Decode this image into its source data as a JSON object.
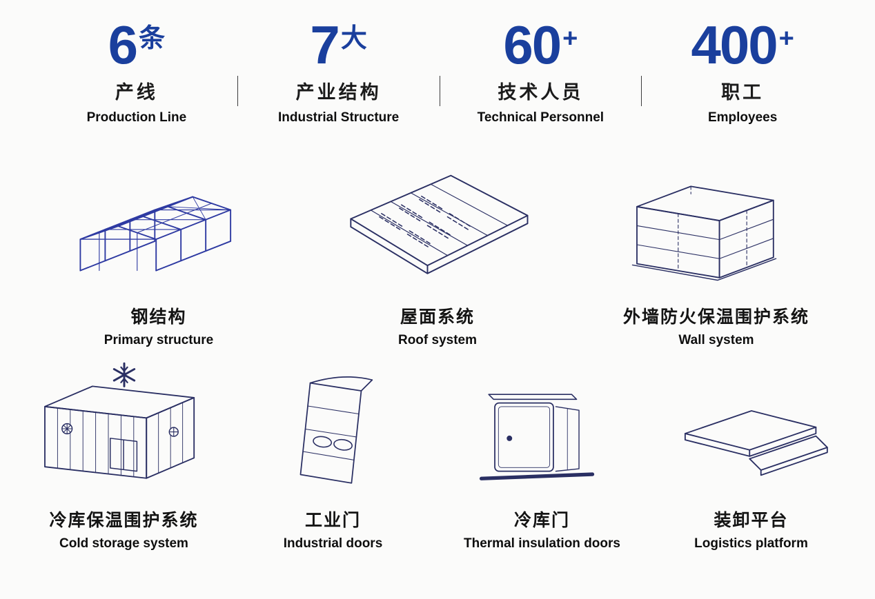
{
  "colors": {
    "accent": "#1a3f9d",
    "line": "#2a2f63",
    "steel": "#2e3aa2"
  },
  "stats": [
    {
      "number": "6",
      "suffix": "条",
      "zh": "产线",
      "en": "Production Line"
    },
    {
      "number": "7",
      "suffix": "大",
      "zh": "产业结构",
      "en": "Industrial Structure"
    },
    {
      "number": "60",
      "suffix": "+",
      "zh": "技术人员",
      "en": "Technical Personnel"
    },
    {
      "number": "400",
      "suffix": "+",
      "zh": "职工",
      "en": "Employees"
    }
  ],
  "products_row1": [
    {
      "zh": "钢结构",
      "en": "Primary structure",
      "icon": "steel-structure"
    },
    {
      "zh": "屋面系统",
      "en": "Roof system",
      "icon": "roof-system"
    },
    {
      "zh": "外墙防火保温围护系统",
      "en": "Wall system",
      "icon": "wall-system"
    }
  ],
  "products_row2": [
    {
      "zh": "冷库保温围护系统",
      "en": "Cold storage system",
      "icon": "cold-storage"
    },
    {
      "zh": "工业门",
      "en": "Industrial doors",
      "icon": "industrial-door"
    },
    {
      "zh": "冷库门",
      "en": "Thermal insulation doors",
      "icon": "cold-storage-door"
    },
    {
      "zh": "装卸平台",
      "en": "Logistics platform",
      "icon": "loading-platform"
    }
  ]
}
